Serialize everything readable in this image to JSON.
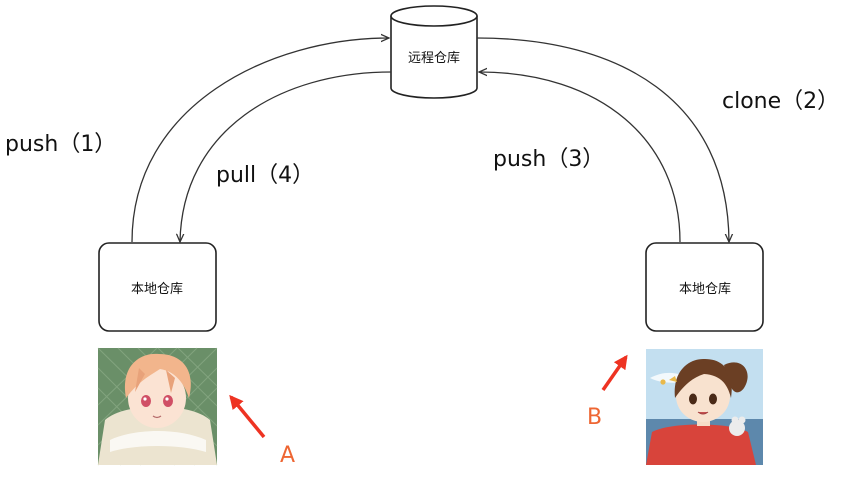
{
  "nodes": {
    "remote": "远程仓库",
    "local_a": "本地仓库",
    "local_b": "本地仓库"
  },
  "edges": {
    "push_a": "push（1）",
    "pull_a": "pull（4）",
    "push_b": "push（3）",
    "clone_b": "clone（2）"
  },
  "users": {
    "a": "A",
    "b": "B"
  },
  "colors": {
    "line": "#333333",
    "annotation": "#ee6633",
    "arrow_red": "#ee3322"
  }
}
